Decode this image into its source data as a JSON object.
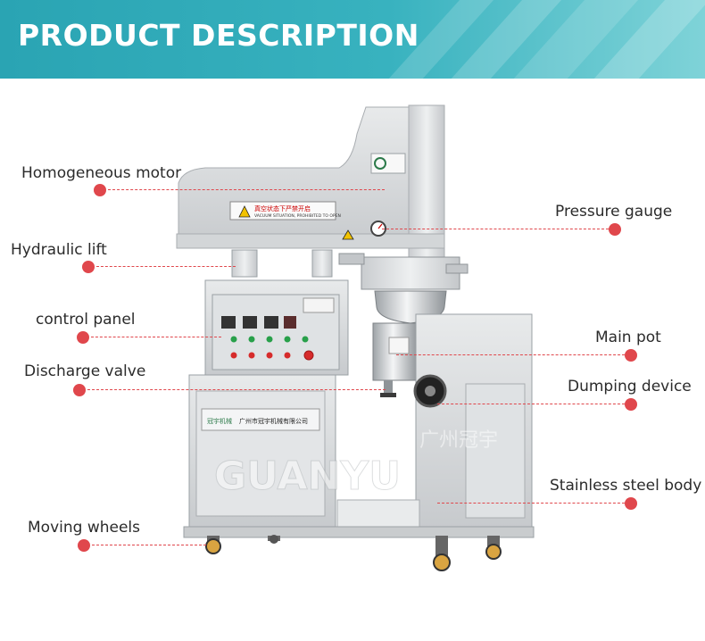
{
  "banner": {
    "title": "PRODUCT DESCRIPTION",
    "color": "#2aa4b3"
  },
  "labels": {
    "homogeneous_motor": "Homogeneous motor",
    "pressure_gauge": "Pressure gauge",
    "hydraulic_lift": "Hydraulic lift",
    "control_panel": "control panel",
    "main_pot": "Main pot",
    "discharge_valve": "Discharge valve",
    "dumping_device": "Dumping device",
    "stainless_steel_body": "Stainless steel body",
    "moving_wheels": "Moving wheels"
  },
  "machine_text": {
    "warning_cn": "真空状态下严禁开启",
    "warning_en": "VACUUM SITUATION, PROHIBITED TO OPEN",
    "company_cn": "广州市冠宇机械有限公司",
    "watermark": "GUANYU",
    "watermark_cn": "广州冠宇",
    "brand_cn": "冠宇机械"
  },
  "colors": {
    "marker": "#e0474c",
    "steel": "#d9dbdd"
  }
}
